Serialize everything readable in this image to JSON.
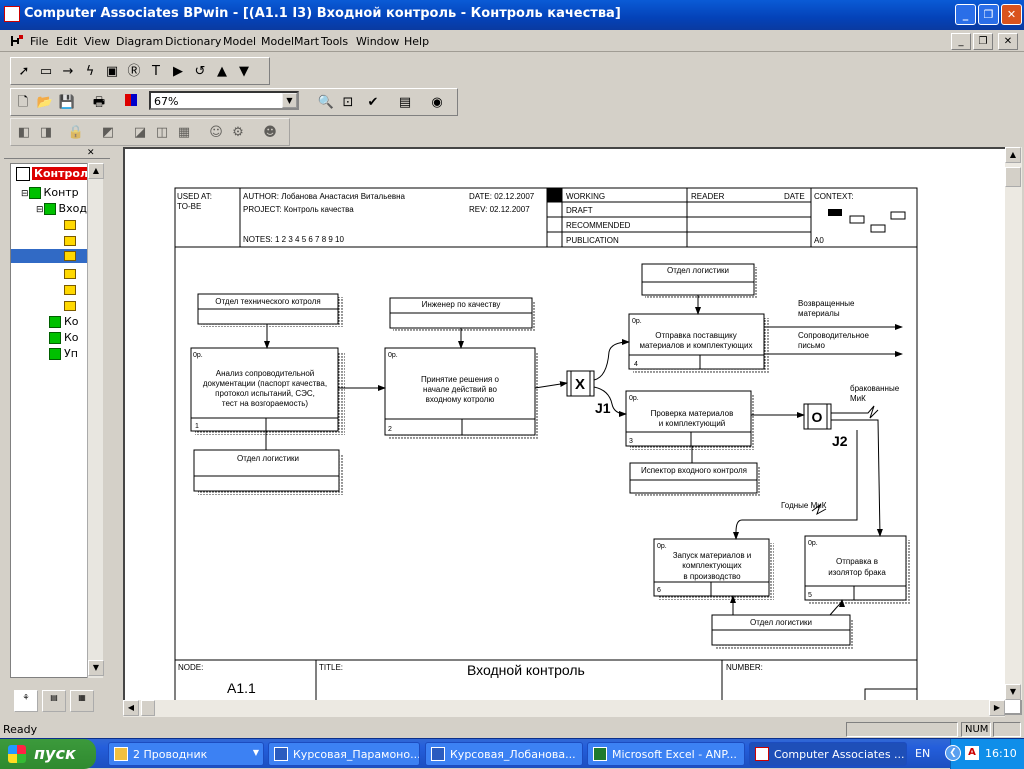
{
  "window": {
    "title": "Computer Associates BPwin - [(A1.1 I3) Входной контроль - Контроль качества]"
  },
  "menu": [
    "File",
    "Edit",
    "View",
    "Diagram",
    "Dictionary",
    "Model",
    "ModelMart",
    "Tools",
    "Window",
    "Help"
  ],
  "toolbar": {
    "zoom": "67%"
  },
  "tree": {
    "items": [
      "Контрол",
      "Контр",
      "Вход",
      "Ко",
      "Ко",
      "Уп"
    ]
  },
  "frame": {
    "used_at": "USED AT:",
    "to_be": "TO-BE",
    "author": "AUTHOR:  Лобанова Анастасия  Витальевна",
    "project": "PROJECT:  Контроль качества",
    "notes": "NOTES:  1  2  3  4  5  6  7  8  9  10",
    "date": "DATE:  02.12.2007",
    "rev": "REV:   02.12.2007",
    "working": "WORKING",
    "draft": "DRAFT",
    "recommended": "RECOMMENDED",
    "publication": "PUBLICATION",
    "reader": "READER",
    "date2": "DATE",
    "context": "CONTEXT:",
    "a0": "A0",
    "node_label": "NODE:",
    "node": "A1.1",
    "title_label": "TITLE:",
    "title": "Входной контроль",
    "number_label": "NUMBER:"
  },
  "diagram": {
    "mech": {
      "otk": "Отдел технического котроля",
      "eng": "Инженер по качеству",
      "log1": "Отдел логистики",
      "log2": "Отдел логистики",
      "insp": "Испектор входного контроля",
      "log3": "Отдел логистики"
    },
    "box1": {
      "lines": [
        "Анализ сопроводительной",
        "документации (паспорт качества,",
        "протокол испытаний, СЭС,",
        "тест на возгораемость)"
      ],
      "num": "1"
    },
    "box2": {
      "lines": [
        "Принятие решения о",
        "начале действий во",
        "входному котролю"
      ],
      "num": "2"
    },
    "box3": {
      "lines": [
        "Проверка материалов",
        "и комплектующий"
      ],
      "num": "3"
    },
    "box4": {
      "lines": [
        "Отправка поставщику",
        "материалов и комплектующих"
      ],
      "num": "4"
    },
    "box5": {
      "lines": [
        "Отправка в",
        "изолятор брака"
      ],
      "num": "5"
    },
    "box6": {
      "lines": [
        "Запуск материалов и",
        "комплектующих",
        "в производство"
      ],
      "num": "6"
    },
    "op": "0р.",
    "j1": "J1",
    "j2": "J2",
    "x": "X",
    "o": "O",
    "out1": [
      "Возвращенные",
      "материалы"
    ],
    "out2": [
      "Сопроводительное",
      "письмо"
    ],
    "brak": [
      "бракованные",
      "МиК"
    ],
    "good": "Годные МиК"
  },
  "status": {
    "text": "Ready",
    "num": "NUM"
  },
  "taskbar": {
    "start": "пуск",
    "tasks": [
      "2 Проводник",
      "Курсовая_Парамоно...",
      "Курсовая_Лобанова...",
      "Microsoft Excel - ANP...",
      "Computer Associates ..."
    ],
    "lang": "EN",
    "time": "16:10"
  }
}
